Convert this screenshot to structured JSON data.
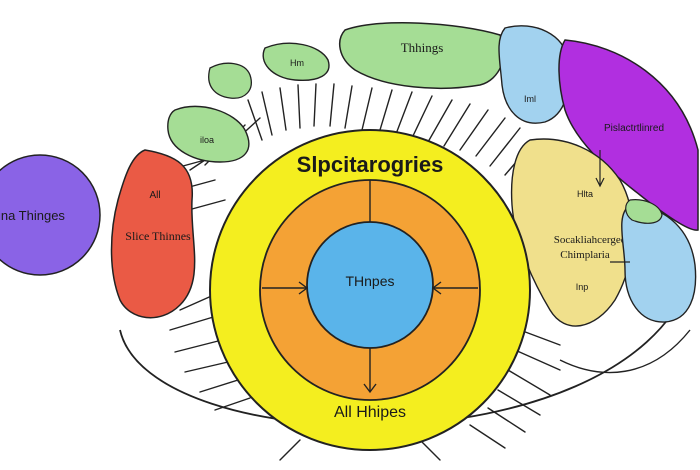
{
  "diagram": {
    "center_title": "Slpcitarogries",
    "center_bottom": "All Hhipes",
    "inner_label": "THnpes",
    "left_circle_label": "iina Thinges",
    "red_blob_top": "All",
    "red_blob_label": "Slice Thinnes",
    "top_blob_small": "Hm",
    "top_blob_label": "Thhings",
    "left_green_label": "iloa",
    "blue_blob_label": "Iml",
    "purple_label": "Pislactrtlinred",
    "yellow_small": "Hlta",
    "yellow_label_1": "Socakliahcerged",
    "yellow_label_2": "Chimplaria",
    "yellow_small_2": "Inp",
    "colors": {
      "yellow": "#f4ee1f",
      "orange": "#f4a235",
      "blue": "#5ab4ea",
      "purple": "#8a63e6",
      "magenta": "#b12fe0",
      "red": "#ea5a45",
      "green": "#a5dd95",
      "lightblue": "#a2d2ef",
      "paleyellow": "#f0e08c"
    }
  }
}
